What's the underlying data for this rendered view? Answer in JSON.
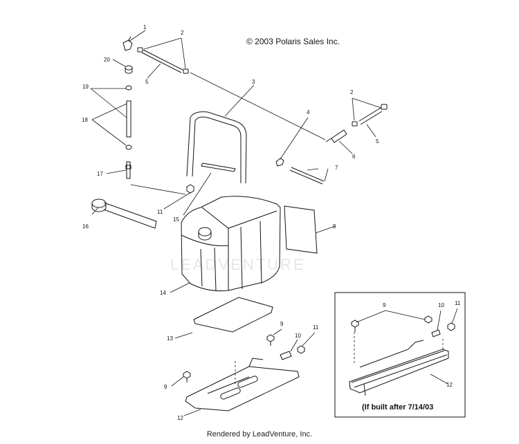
{
  "copyright": "© 2003 Polaris Sales Inc.",
  "watermark": "LEADVENTURE",
  "footer": "Rendered by LeadVenture, Inc.",
  "inset": {
    "caption": "(If built after 7/14/03"
  },
  "callouts": {
    "c1": "1",
    "c2a": "2",
    "c2b": "2",
    "c3": "3",
    "c4": "4",
    "c5a": "5",
    "c5b": "5",
    "c6": "6",
    "c7": "7",
    "c8": "8",
    "c9a": "9",
    "c9b": "9",
    "c10": "10",
    "c11a": "11",
    "c11b": "11",
    "c12": "12",
    "c13": "13",
    "c14": "14",
    "c15": "15",
    "c16": "16",
    "c17": "17",
    "c18": "18",
    "c19": "19",
    "c20": "20",
    "i9": "9",
    "i10": "10",
    "i11": "11",
    "i12": "12"
  }
}
